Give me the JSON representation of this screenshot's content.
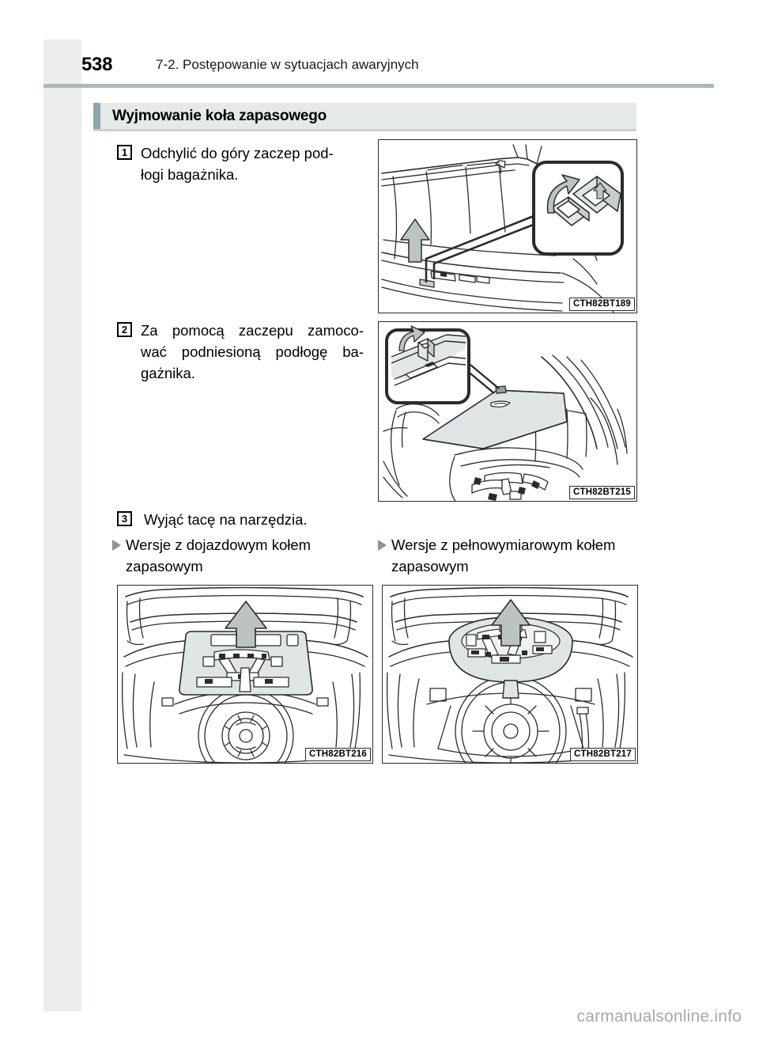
{
  "page": {
    "number": "538",
    "header_title": "7-2. Postępowanie w sytuacjach awaryjnych",
    "watermark": "carmanualsonline.info"
  },
  "section": {
    "title": "Wyjmowanie koła zapasowego",
    "accent_color": "#8fa6ab",
    "band_color": "#e5e9e8"
  },
  "steps": [
    {
      "number": "1",
      "lines": [
        "Odchylić do góry zaczep pod-",
        "łogi bagażnika."
      ]
    },
    {
      "number": "2",
      "lines": [
        "Za pomocą zaczepu zamoco-",
        "wać podniesioną podłogę ba-",
        "gażnika."
      ]
    },
    {
      "number": "3",
      "lines": [
        "Wyjąć tacę na narzędzia."
      ]
    }
  ],
  "variants": [
    {
      "line1": "Wersje z dojazdowym kołem",
      "line2": "zapasowym"
    },
    {
      "line1": "Wersje z pełnowymiarowym",
      "line2": "kołem zapasowym"
    }
  ],
  "figures": [
    {
      "caption": "CTH82BT189",
      "alt": "Trunk interior with floor hook being lifted up, inset detail"
    },
    {
      "caption": "CTH82BT215",
      "alt": "Raised trunk floor panel held by hook, inset detail"
    },
    {
      "caption": "CTH82BT216",
      "alt": "Compact spare wheel well with tool tray lifted out"
    },
    {
      "caption": "CTH82BT217",
      "alt": "Full size spare wheel with round tool container lifted out"
    }
  ],
  "colors": {
    "rule": "#a9b9ba",
    "side_strip": "#ebeeed",
    "bullet_triangle": "#8f9594",
    "fill_light": "#dfe5e4",
    "fill_mid": "#c7cfcd",
    "line": "#2b2b2b"
  }
}
